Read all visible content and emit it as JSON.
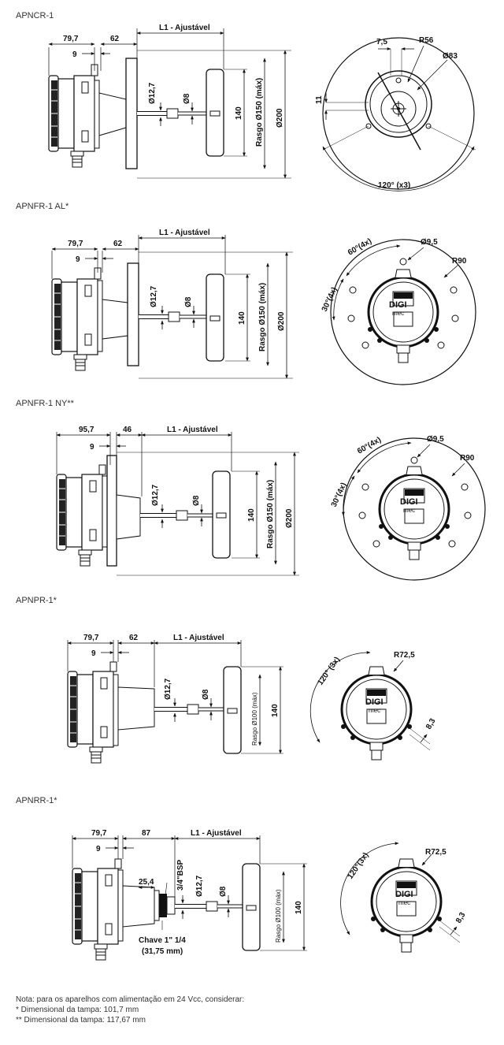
{
  "sections": [
    {
      "title": "APNCR-1",
      "dims": [
        "79,7",
        "62",
        "9",
        "L1 - Ajustável",
        "Ø12,7",
        "Ø8",
        "140",
        "Rasgo Ø150 (máx)",
        "Ø200"
      ],
      "front": [
        "7,5",
        "R56",
        "Ø83",
        "11",
        "120° (x3)"
      ]
    },
    {
      "title": "APNFR-1  AL*",
      "dims": [
        "79,7",
        "62",
        "9",
        "L1 - Ajustável",
        "Ø12,7",
        "Ø8",
        "140",
        "Rasgo Ø150 (máx)",
        "Ø200"
      ],
      "front": [
        "Ø9,5",
        "60°(4x)",
        "R90",
        "30°(4x)",
        "DIGI",
        "mec"
      ]
    },
    {
      "title": "APNFR-1  NY**",
      "dims": [
        "95,7",
        "46",
        "9",
        "L1 - Ajustável",
        "Ø12,7",
        "Ø8",
        "140",
        "Rasgo Ø150 (máx)",
        "Ø200"
      ],
      "front": [
        "Ø9,5",
        "60°(4x)",
        "R90",
        "30°(4x)",
        "DIGI",
        "mec"
      ]
    },
    {
      "title": "APNPR-1*",
      "dims": [
        "79,7",
        "62",
        "9",
        "L1 - Ajustável",
        "Ø12,7",
        "Ø8",
        "140",
        "Rasgo Ø100 (máx)"
      ],
      "front": [
        "120° (3x)",
        "R72,5",
        "8,3",
        "DIGI",
        "mec"
      ]
    },
    {
      "title": "APNRR-1*",
      "dims": [
        "79,7",
        "87",
        "9",
        "L1 - Ajustável",
        "25,4",
        "3/4\"BSP",
        "Ø12,7",
        "Ø8",
        "140",
        "Rasgo Ø100 (máx)",
        "Chave 1\" 1/4",
        "(31,75 mm)"
      ],
      "front": [
        "120°(3x)",
        "R72,5",
        "8,3",
        "DIGI",
        "mec"
      ]
    }
  ],
  "notes": [
    "Nota: para os aparelhos com alimentação em 24 Vcc, considerar:",
    "* Dimensional da tampa: 101,7 mm",
    "** Dimensional da tampa: 117,67 mm"
  ]
}
